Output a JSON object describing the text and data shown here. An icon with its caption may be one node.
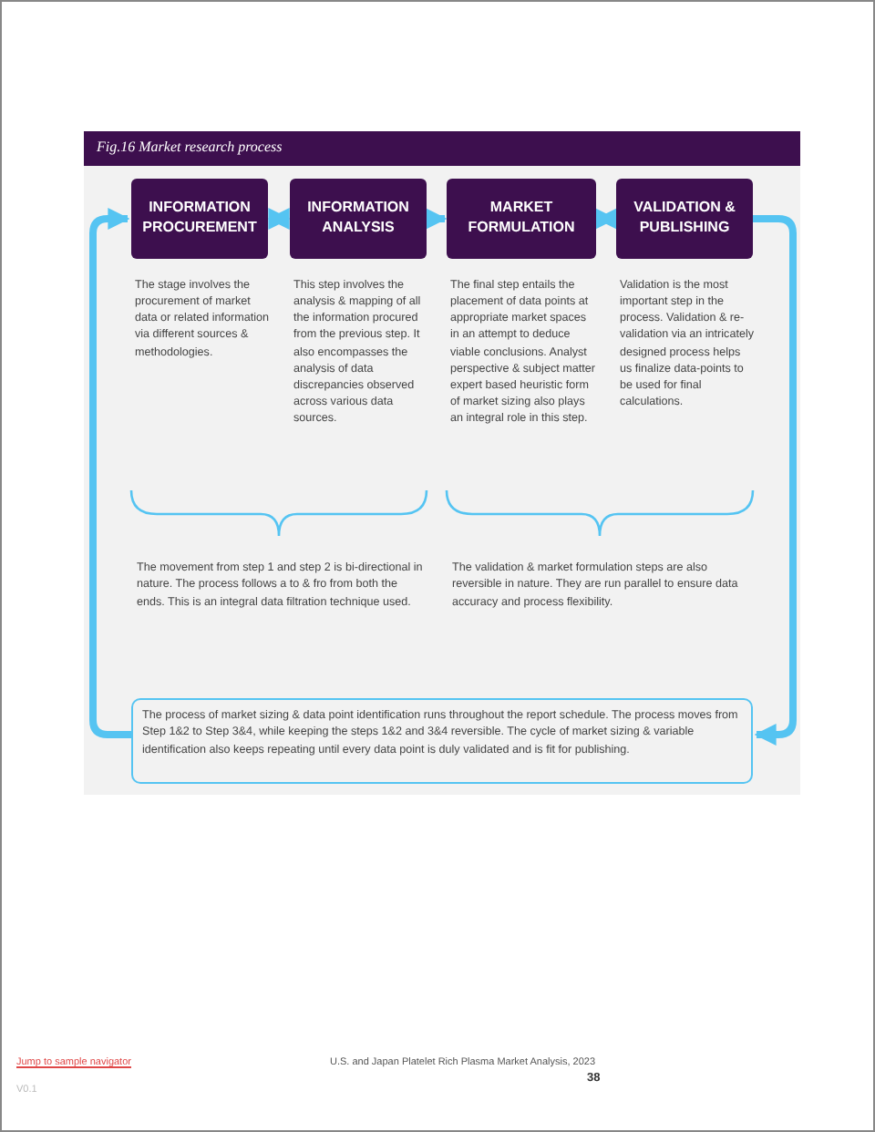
{
  "diagram": {
    "title": "Fig.16 Market research process",
    "nodes": [
      {
        "text": [
          "INFORMATION PROCUREMENT"
        ],
        "beside": [
          "The stage involves the procurement of market data or related information via different sources & methodologies."
        ]
      },
      {
        "text": [
          "INFORMATION ANALYSIS"
        ],
        "beside": [
          "This step involves the analysis & mapping of all the information procured from the previous step. It also encompasses the analysis of data discrepancies observed across various data sources."
        ]
      },
      {
        "text": [
          "MARKET FORMULATION"
        ],
        "beside": [
          "The final step entails the placement of data points at appropriate market spaces in an attempt to deduce viable conclusions. Analyst perspective & subject matter expert based heuristic form of market sizing also plays an integral role in this step."
        ]
      },
      {
        "text": [
          "VALIDATION & PUBLISHING"
        ],
        "beside": [
          "Validation is the most important step in the process. Validation & re-validation via an intricately designed process helps us finalize data-points to be used for final calculations."
        ]
      },
      {
        "text": [
          "The process of market sizing & data point identification runs throughout the report schedule. The process moves from Step 1&2 to Step 3&4, while keeping the steps 1&2 and 3&4 reversible. The cycle of market sizing & variable identification also keeps repeating until every data point is duly validated and is fit for publishing."
        ]
      }
    ],
    "edges": [
      {
        "from": 0,
        "to": 1,
        "arrow": "both"
      },
      {
        "from": 1,
        "to": 2,
        "arrow": "to"
      },
      {
        "from": 2,
        "to": 3,
        "arrow": "both"
      },
      {
        "from": 3,
        "to": 4,
        "arrow": "to"
      },
      {
        "from": 4,
        "to": 0,
        "arrow": "to"
      }
    ],
    "labels": [
      "The movement from step 1 and step 2 is bi-directional in nature. The process follows a to & fro from both the ends. This is an integral data filtration technique used.",
      "The validation & market formulation steps are also reversible in nature. They are run parallel to ensure data accuracy and process flexibility.",
      "Jump to sample navigator",
      "U.S. and Japan Platelet Rich Plasma Market Analysis, 2023",
      "38",
      "V0.1"
    ]
  }
}
